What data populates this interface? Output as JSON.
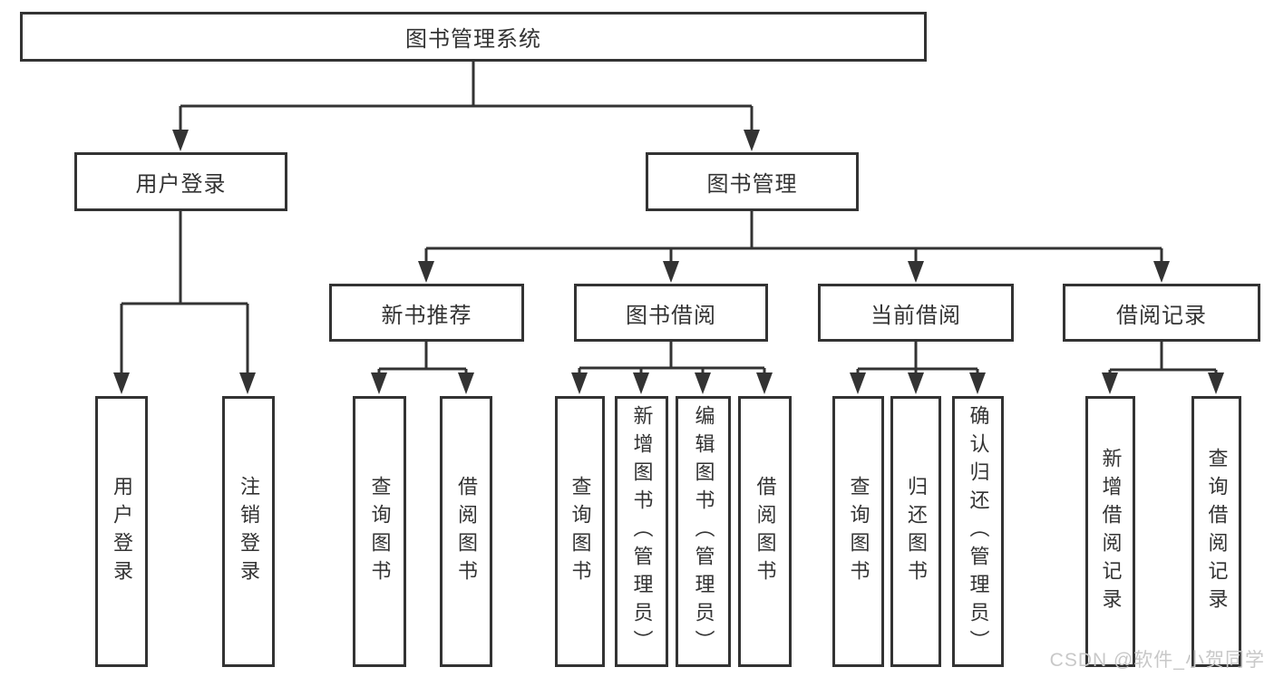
{
  "diagram": {
    "root": {
      "label": "图书管理系统"
    },
    "level2": {
      "user_login": {
        "label": "用户登录"
      },
      "book_management": {
        "label": "图书管理"
      }
    },
    "level3": {
      "new_book_recommend": {
        "label": "新书推荐"
      },
      "book_borrowing": {
        "label": "图书借阅"
      },
      "current_borrowing": {
        "label": "当前借阅"
      },
      "borrowing_records": {
        "label": "借阅记录"
      }
    },
    "leaves": {
      "user_login": "用户登录",
      "logout": "注销登录",
      "nb_query_books": "查询图书",
      "nb_borrow_books": "借阅图书",
      "bb_query_books": "查询图书",
      "bb_add_books_admin": "新增图书（管理员）",
      "bb_edit_books_admin": "编辑图书（管理员）",
      "bb_borrow_books": "借阅图书",
      "cb_query_books": "查询图书",
      "cb_return_books": "归还图书",
      "cb_confirm_return_admin": "确认归还（管理员）",
      "br_add_record": "新增借阅记录",
      "br_query_record": "查询借阅记录"
    }
  },
  "watermark": {
    "text": "CSDN @软件_小贺同学"
  },
  "colors": {
    "line": "#333333",
    "text": "#333333",
    "box_background": "#ffffff",
    "watermark": "#c8c8c8"
  }
}
